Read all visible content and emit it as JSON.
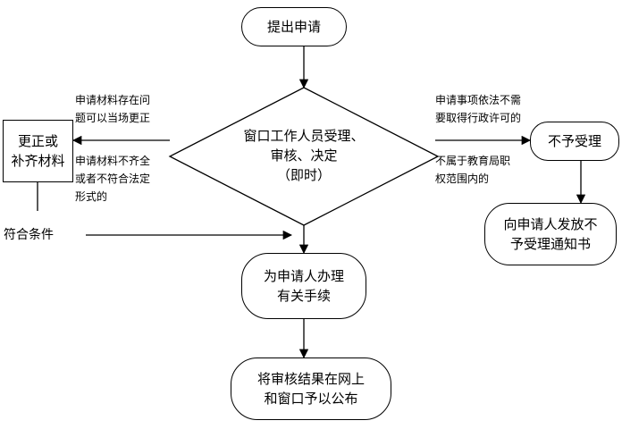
{
  "nodes": {
    "start": "提出申请",
    "review": "窗口工作人员受理、\n审核、决定\n（即时）",
    "correct": "更正或\n补齐材料",
    "reject": "不予受理",
    "notice": "向申请人发放不\n予受理通知书",
    "handle": "为申请人办理\n有关手续",
    "publish": "将审核结果在网上\n和窗口予以公布"
  },
  "notes": {
    "left_top": "申请材料存在问\n题可以当场更正",
    "left_bottom": "申请材料不齐全\n或者不符合法定\n形式的",
    "right_top": "申请事项依法不需\n要取得行政许可的",
    "right_bottom": "不属于教育局职\n权范围内的"
  },
  "labels": {
    "eligible": "符合条件"
  }
}
